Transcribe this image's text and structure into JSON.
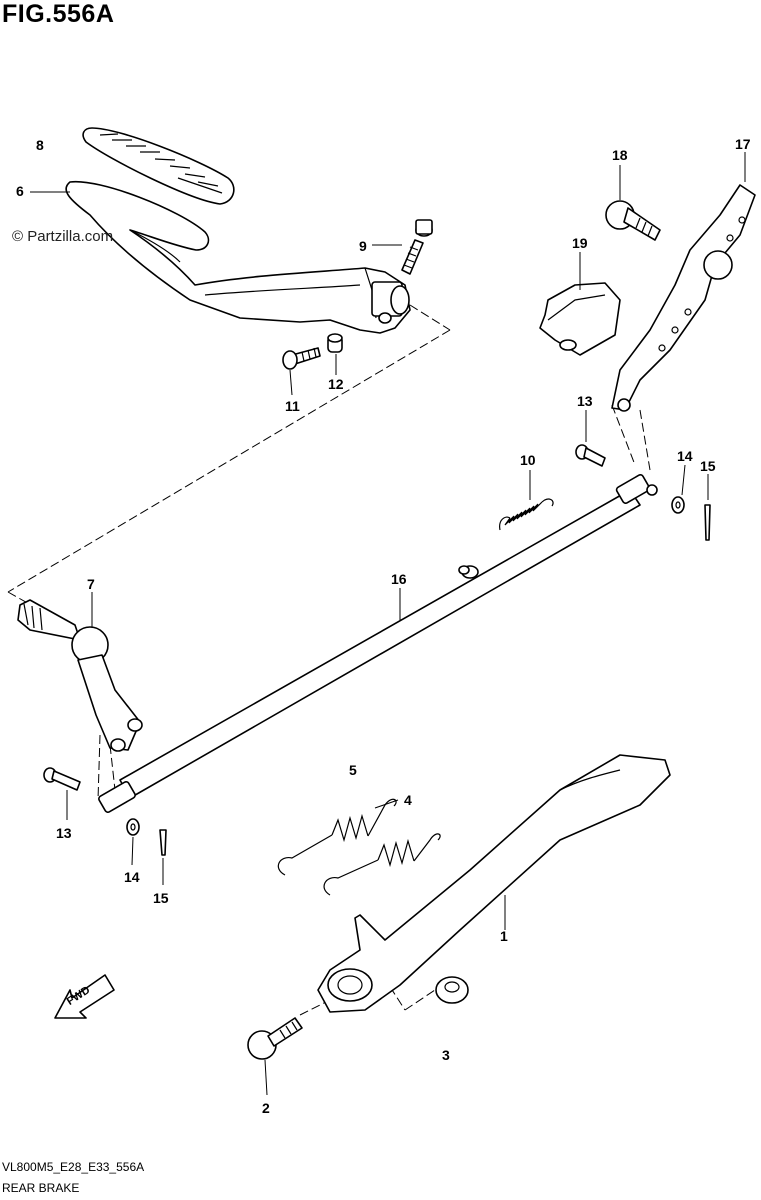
{
  "figure": {
    "title": "FIG.556A",
    "watermark": "© Partzilla.com",
    "drawing_code": "VL800M5_E28_E33_556A",
    "section_name": "REAR BRAKE",
    "fwd_label": "FWD"
  },
  "callouts": [
    {
      "id": "c8",
      "label": "8"
    },
    {
      "id": "c6",
      "label": "6"
    },
    {
      "id": "c9",
      "label": "9"
    },
    {
      "id": "c11",
      "label": "11"
    },
    {
      "id": "c12",
      "label": "12"
    },
    {
      "id": "c18",
      "label": "18"
    },
    {
      "id": "c17",
      "label": "17"
    },
    {
      "id": "c19",
      "label": "19"
    },
    {
      "id": "c13a",
      "label": "13"
    },
    {
      "id": "c10",
      "label": "10"
    },
    {
      "id": "c14a",
      "label": "14"
    },
    {
      "id": "c15a",
      "label": "15"
    },
    {
      "id": "c7",
      "label": "7"
    },
    {
      "id": "c16",
      "label": "16"
    },
    {
      "id": "c5",
      "label": "5"
    },
    {
      "id": "c4",
      "label": "4"
    },
    {
      "id": "c13b",
      "label": "13"
    },
    {
      "id": "c14b",
      "label": "14"
    },
    {
      "id": "c15b",
      "label": "15"
    },
    {
      "id": "c1",
      "label": "1"
    },
    {
      "id": "c3",
      "label": "3"
    },
    {
      "id": "c2",
      "label": "2"
    }
  ]
}
